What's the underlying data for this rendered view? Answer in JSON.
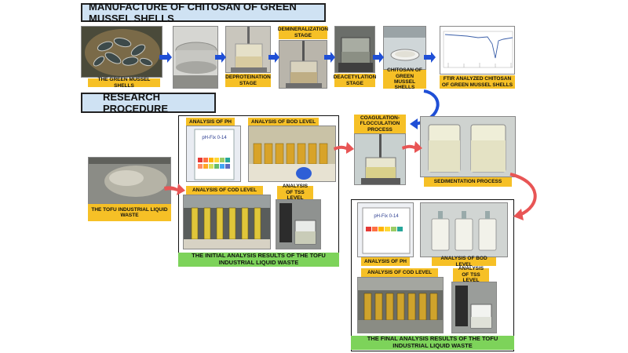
{
  "titles": {
    "manufacture": "MANUFACTURE OF CHITOSAN OF GREEN MUSSEL SHELLS",
    "research": "RESEARCH PROCEDURE"
  },
  "manufacture_steps": {
    "shells": "THE GREEN MUSSEL SHELLS",
    "deproteination": "DEPROTEINATION STAGE",
    "demineralization": "DEMINERALIZATION STAGE",
    "deacetylation": "DEACETYLATION STAGE",
    "chitosan": "CHITOSAN OF GREEN MUSSEL SHELLS",
    "ftir": "FTIR ANALYZED CHITOSAN OF GREEN MUSSEL SHELLS"
  },
  "research": {
    "tofu_waste": "THE TOFU INDUSTRIAL LIQUID WASTE",
    "initial": {
      "ph": "ANALYSIS OF PH",
      "bod": "ANALYSIS OF BOD LEVEL",
      "cod": "ANALYSIS OF COD LEVEL",
      "tss": "ANALYSIS OF TSS LEVEL",
      "result": "THE INITIAL ANALYSIS RESULTS OF THE TOFU INDUSTRIAL LIQUID WASTE"
    },
    "coagulation": "COAGULATION-FLOCCULATION PROCESS",
    "sedimentation": "SEDIMENTATION PROCESS",
    "final": {
      "ph": "ANALYSIS OF PH",
      "bod": "ANALYSIS OF BOD LEVEL",
      "cod": "ANALYSIS OF COD LEVEL",
      "tss": "ANALYSIS OF TSS LEVEL",
      "result": "THE FINAL ANALYSIS RESULTS OF THE TOFU INDUSTRIAL LIQUID WASTE"
    },
    "ph_strip_text": "pH-Fix 0-14"
  },
  "colors": {
    "label_bg": "#f6c026",
    "result_bg": "#7dd35a",
    "title_bg": "#cfe2f3",
    "blue_arrow": "#1f4fd6",
    "red_arrow": "#e85555"
  }
}
